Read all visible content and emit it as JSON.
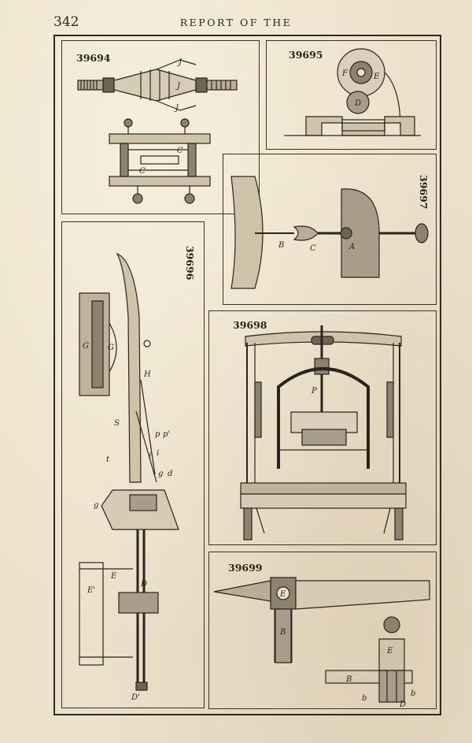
{
  "header": {
    "page_number": "342",
    "running_head": "REPORT OF THE"
  },
  "figures": [
    {
      "number": "39694",
      "labels": [
        "J",
        "J",
        "J",
        "C",
        "C"
      ]
    },
    {
      "number": "39695",
      "labels": [
        "F",
        "E",
        "D"
      ]
    },
    {
      "number": "39697",
      "labels": [
        "B",
        "C",
        "A"
      ]
    },
    {
      "number": "39696",
      "labels": [
        "G",
        "G",
        "H",
        "S",
        "p",
        "p'",
        "i",
        "l",
        "t",
        "g",
        "d",
        "g",
        "E",
        "E'",
        "D",
        "D'"
      ]
    },
    {
      "number": "39698",
      "labels": [
        "P"
      ]
    },
    {
      "number": "39699",
      "labels": [
        "E",
        "B",
        "E",
        "B",
        "b",
        "b",
        "D"
      ]
    }
  ]
}
